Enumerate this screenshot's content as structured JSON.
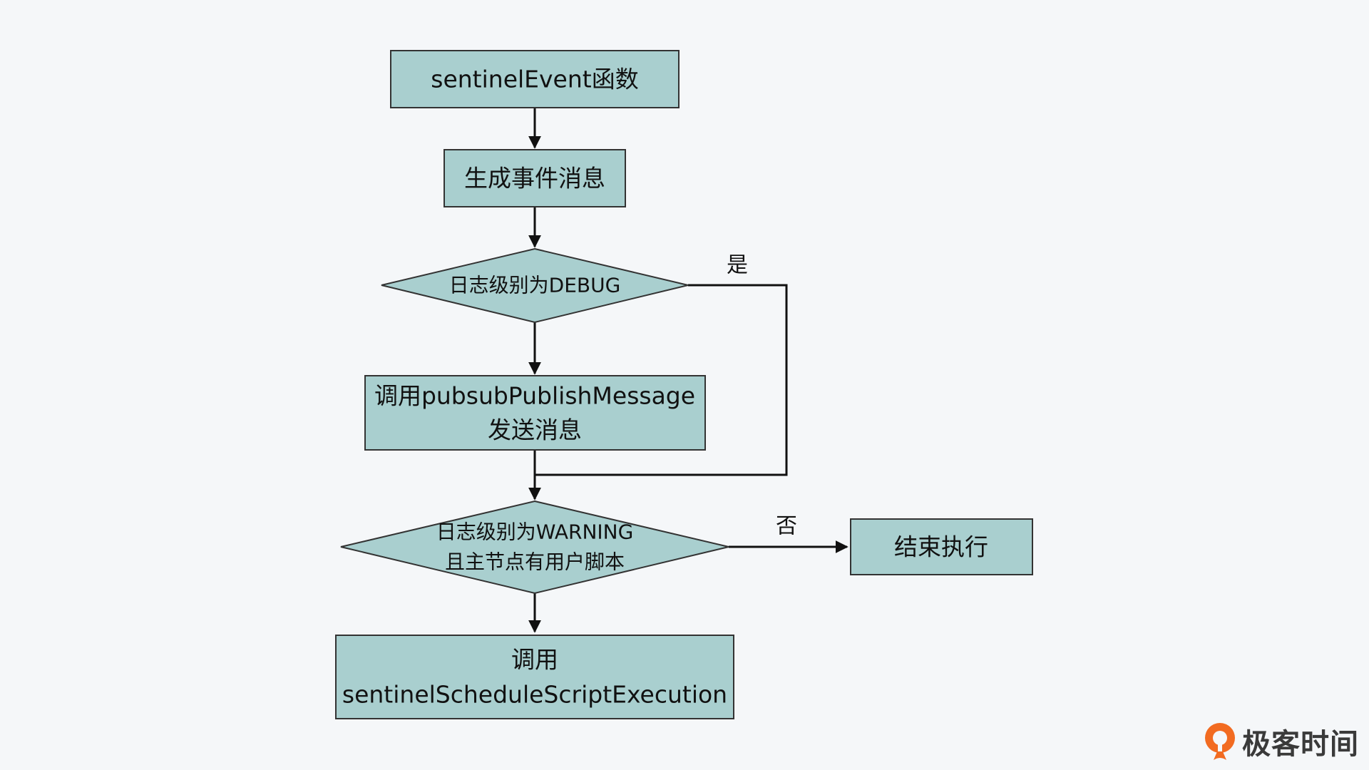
{
  "diagram": {
    "nodes": {
      "start": {
        "lines": [
          "sentinelEvent函数"
        ]
      },
      "generate": {
        "lines": [
          "生成事件消息"
        ]
      },
      "check_debug": {
        "lines": [
          "日志级别为DEBUG"
        ]
      },
      "publish": {
        "lines": [
          "调用pubsubPublishMessage",
          "发送消息"
        ]
      },
      "check_warning": {
        "lines": [
          "日志级别为WARNING",
          "且主节点有用户脚本"
        ]
      },
      "end": {
        "lines": [
          "结束执行"
        ]
      },
      "schedule": {
        "lines": [
          "调用",
          "sentinelScheduleScriptExecution"
        ]
      }
    },
    "edge_labels": {
      "yes": "是",
      "no": "否"
    }
  },
  "branding": {
    "logo_icon": "geektime-logo-icon",
    "text": "极客时间"
  },
  "colors": {
    "node_fill": "#a9cfcf",
    "node_stroke": "#333333",
    "edge": "#111111",
    "background": "#f5f7f9",
    "logo_orange": "#f26b21"
  }
}
